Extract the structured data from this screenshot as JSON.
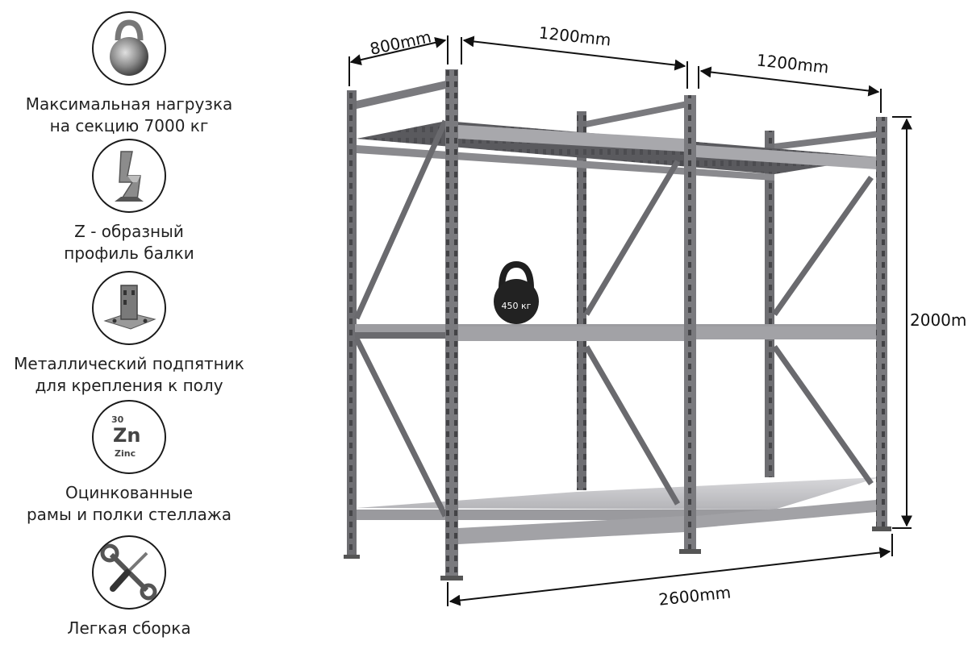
{
  "features": [
    {
      "icon": "kettlebell-icon",
      "label": "Максимальная  нагрузка\nна секцию 7000 кг"
    },
    {
      "icon": "z-profile-beam-icon",
      "label": "Z - образный\nпрофиль балки"
    },
    {
      "icon": "metal-foot-plate-icon",
      "label": "Металлический подпятник\nдля крепления к полу"
    },
    {
      "icon": "zinc-element-icon",
      "label": "Оцинкованные\nрамы и полки стеллажа",
      "zinc": {
        "number": "30",
        "symbol": "Zn",
        "name": "Zinc"
      }
    },
    {
      "icon": "wrench-screwdriver-icon",
      "label": "Легкая сборка"
    }
  ],
  "dimensions": {
    "depth": "800mm",
    "section_width_1": "1200mm",
    "section_width_2": "1200mm",
    "height": "2000mm",
    "total_width": "2600mm"
  },
  "shelf_load": "450 кг",
  "colors": {
    "frame": "#6e6e72",
    "frame_dark": "#4a4a4e",
    "shelf": "#c9c9cc",
    "shelf_edge": "#9a9a9e"
  }
}
